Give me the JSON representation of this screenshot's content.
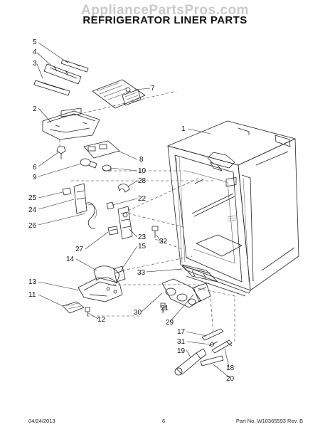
{
  "watermark": "AppliancePartsPros.com",
  "title": "REFRIGERATOR LINER PARTS",
  "callouts": {
    "c1": "1",
    "c2": "2",
    "c3": "3",
    "c4": "4",
    "c5": "5",
    "c6": "6",
    "c7": "7",
    "c8": "8",
    "c9": "9",
    "c10": "10",
    "c11": "11",
    "c12": "12",
    "c13": "13",
    "c14": "14",
    "c15": "15",
    "c17": "17",
    "c18": "18",
    "c19": "19",
    "c20": "20",
    "c21": "21",
    "c22": "22",
    "c23": "23",
    "c24": "24",
    "c25": "25",
    "c26": "26",
    "c27": "27",
    "c28": "28",
    "c29": "29",
    "c30": "30",
    "c31": "31",
    "c32": "32",
    "c33": "33"
  },
  "footer": {
    "date": "04/24/2013",
    "page": "6",
    "part_number": "Part No.  W10365593  Rev.  B"
  }
}
